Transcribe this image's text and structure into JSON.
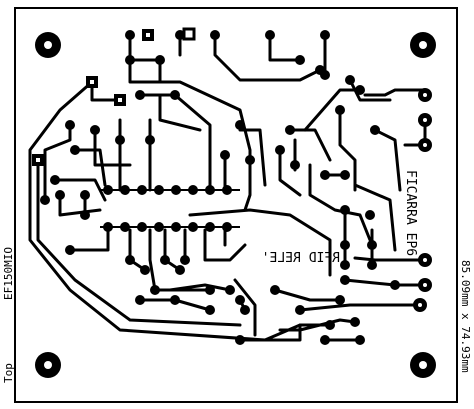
{
  "labels": {
    "left_vertical": "EF150MIO",
    "top_bottom_left": "Top",
    "right_top_vertical": "FICARRA EP6",
    "right_bottom_vertical": "85.09mm x 74.93mm",
    "center_text": "RFID RELE'"
  },
  "colors": {
    "background": "#ffffff",
    "ink": "#000000"
  }
}
